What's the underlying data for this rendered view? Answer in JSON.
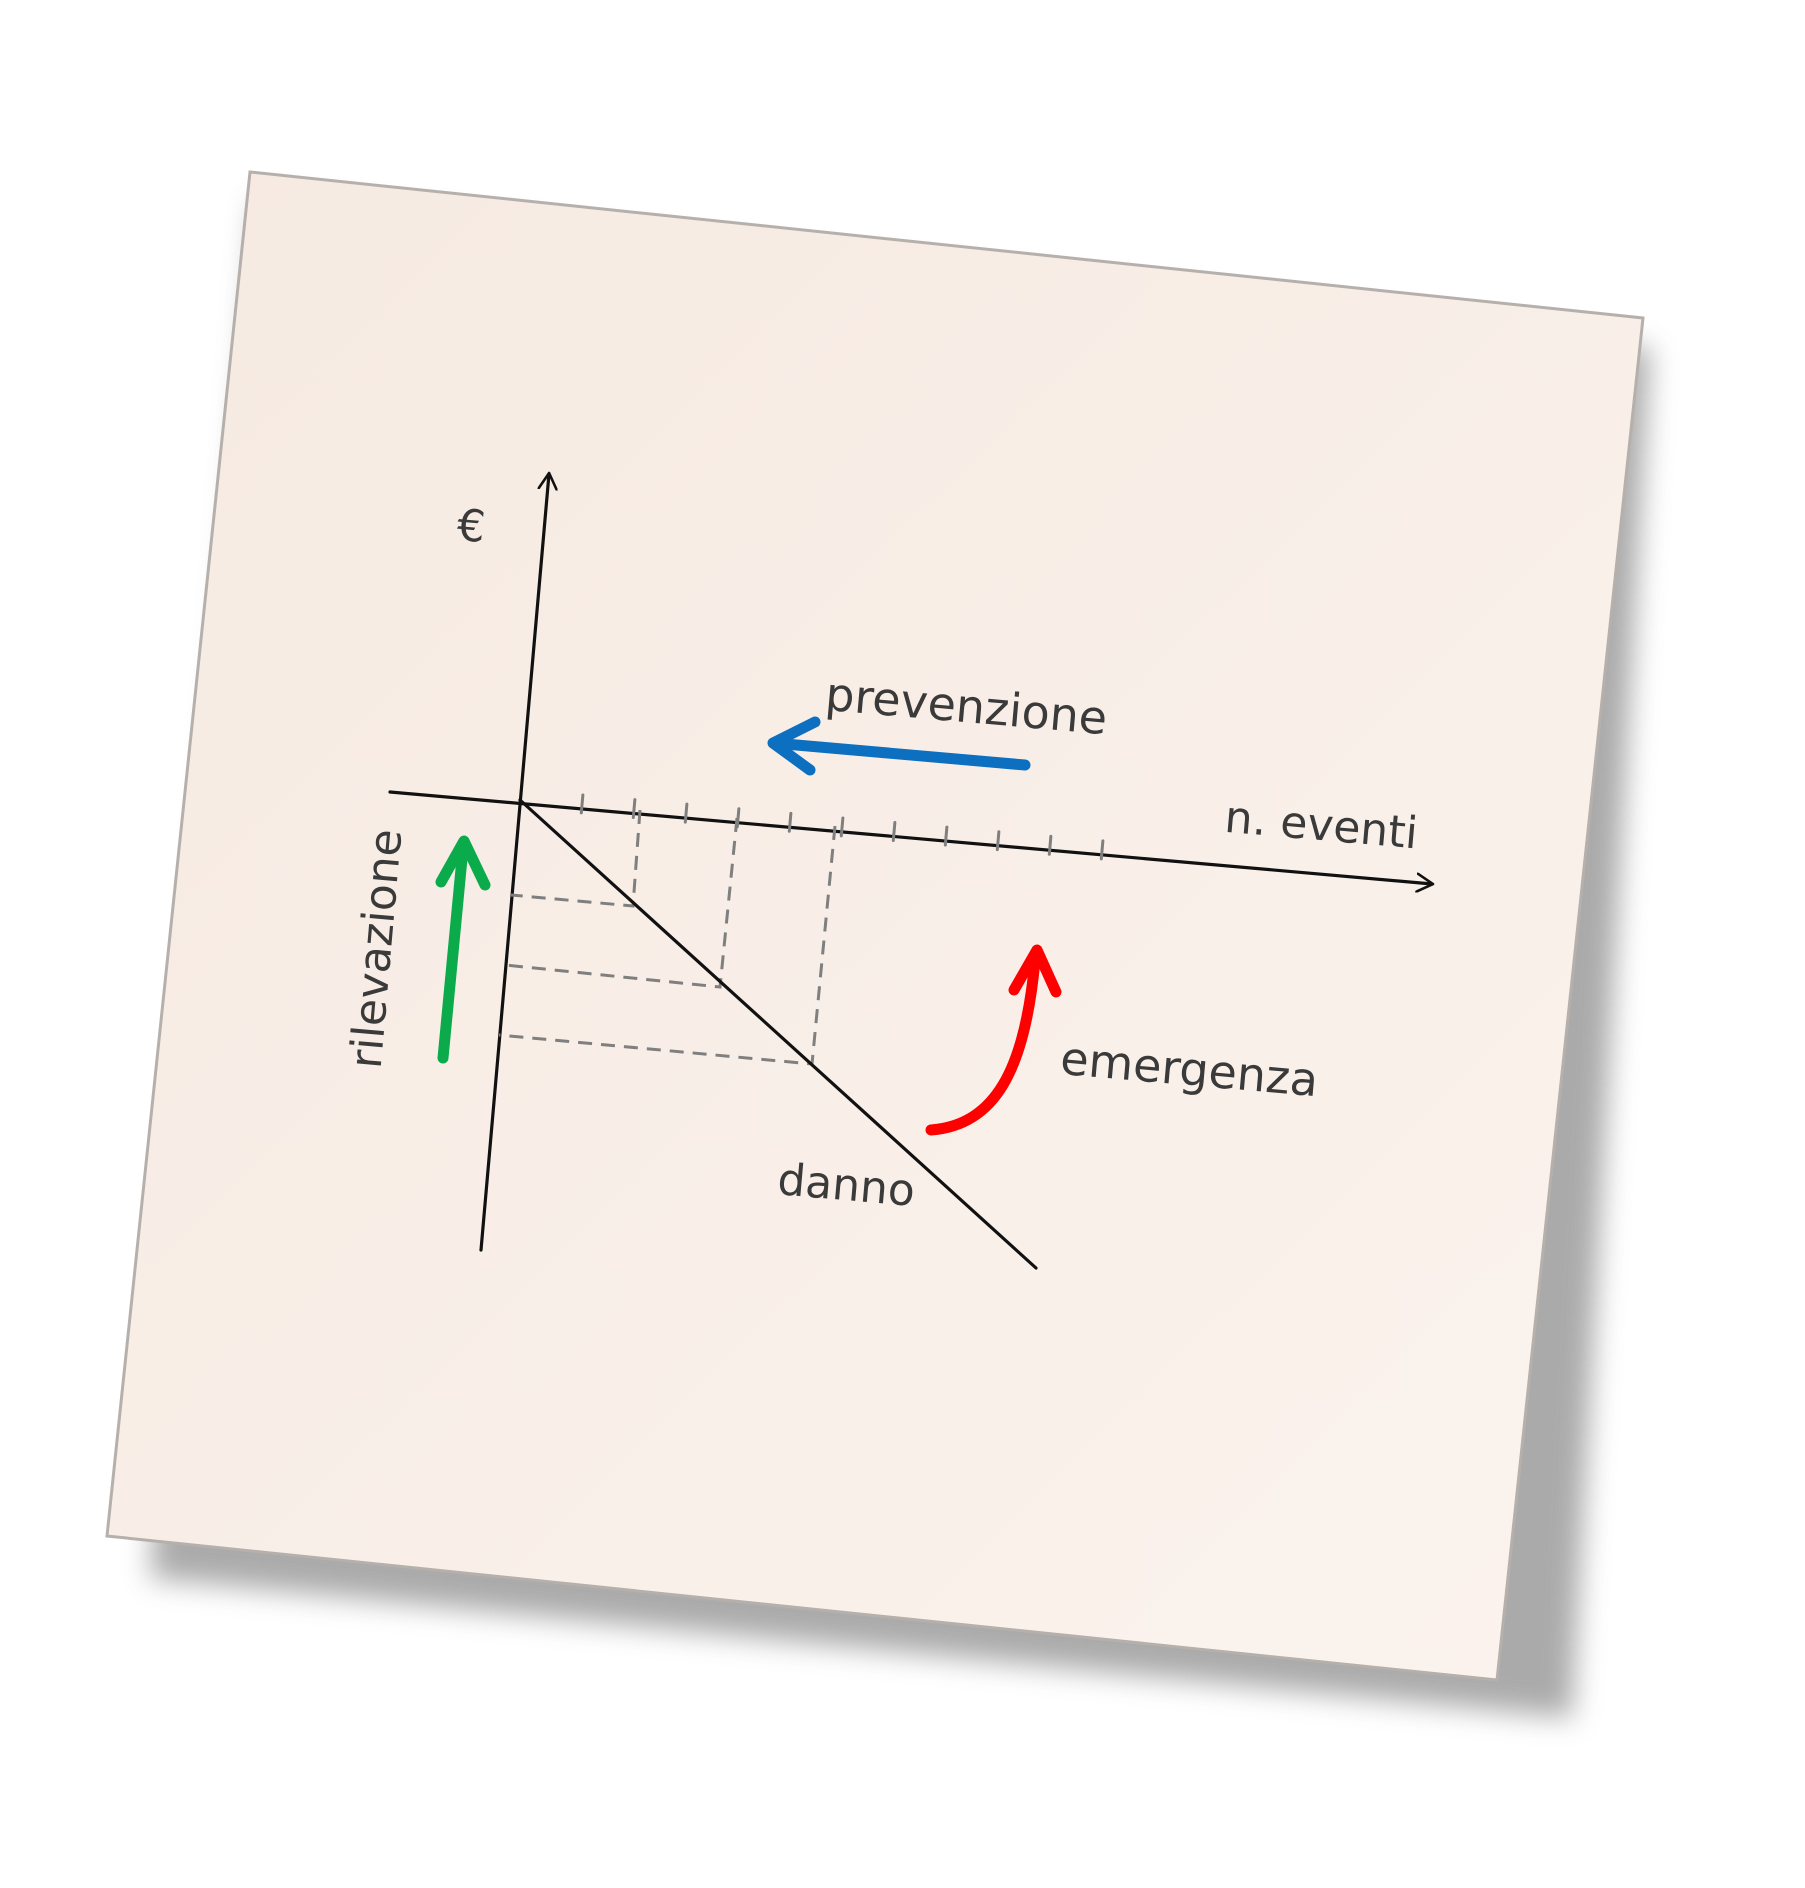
{
  "note": {
    "paper_color": "#f6eae1",
    "paper_color_light": "#fbf3ee",
    "border_color": "#b5b0ac",
    "shadow_color": "#8e8e8e"
  },
  "diagram": {
    "y_axis_label": "€",
    "x_axis_label": "n. eventi",
    "damage_line_label": "danno",
    "arrows": {
      "prevenzione": {
        "label": "prevenzione",
        "color": "#0c6fc0"
      },
      "rilevazione": {
        "label": "rilevazione",
        "color": "#0bab4b"
      },
      "emergenza": {
        "label": "emergenza",
        "color": "#ff0000"
      }
    },
    "x_tick_count": 11,
    "guide_count": 3,
    "colors": {
      "axis": "#111111",
      "guide": "#7f7f7f",
      "text": "#3a3a3a"
    }
  }
}
